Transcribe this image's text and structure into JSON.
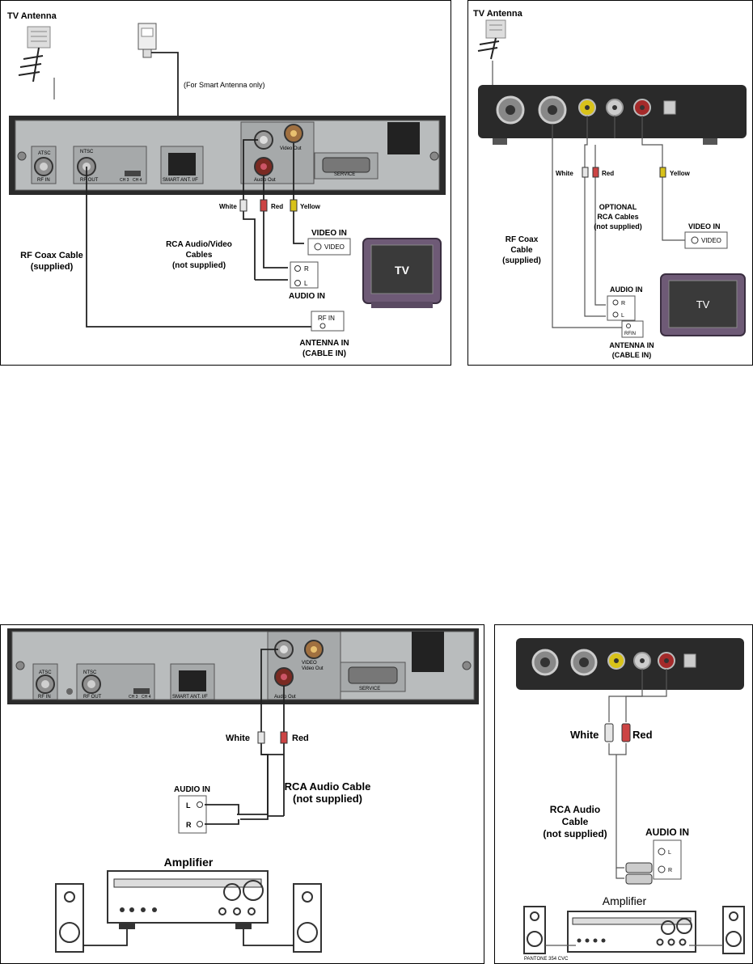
{
  "p1": {
    "tv_antenna": "TV Antenna",
    "smart_note": "(For Smart Antenna only)",
    "atsc": "ATSC",
    "rf_in": "RF IN",
    "ntsc": "NTSC",
    "rf_out": "RF OUT",
    "ch3": "CH 3",
    "ch4": "CH 4",
    "smart_port": "SMART ANT. I/F",
    "video_out": "Video Out",
    "audio_out": "Audio Out",
    "service": "SERVICE",
    "white": "White",
    "red": "Red",
    "yellow": "Yellow",
    "video_in": "VIDEO IN",
    "video": "VIDEO",
    "rca_cable": [
      "RCA Audio/Video",
      "Cables",
      "(not supplied)"
    ],
    "rf_coax": [
      "RF Coax Cable",
      "(supplied)"
    ],
    "r": "R",
    "l": "L",
    "audio_in": "AUDIO IN",
    "tv": "TV",
    "rfin": "RF IN",
    "antenna_in": [
      "ANTENNA IN",
      "(CABLE IN)"
    ]
  },
  "p2": {
    "tv_antenna": "TV Antenna",
    "white": "White",
    "red": "Red",
    "yellow": "Yellow",
    "optional": [
      "OPTIONAL",
      "RCA Cables",
      "(not supplied)"
    ],
    "video_in": "VIDEO IN",
    "video": "VIDEO",
    "rf_coax": [
      "RF Coax",
      "Cable",
      "(supplied)"
    ],
    "audio_in": "AUDIO IN",
    "r": "R",
    "l": "L",
    "tv": "TV",
    "rfin": "RFIN",
    "antenna_in": [
      "ANTENNA IN",
      "(CABLE IN)"
    ]
  },
  "p3": {
    "atsc": "ATSC",
    "rf_in": "RF IN",
    "ntsc": "NTSC",
    "rf_out": "RF OUT",
    "ch3": "CH 3",
    "ch4": "CH 4",
    "smart_port": "SMART ANT. I/F",
    "video": "VIDEO",
    "video_out": "Video Out",
    "audio_out": "Audio Out",
    "service": "SERVICE",
    "white": "White",
    "red": "Red",
    "rca_cable": [
      "RCA Audio Cable",
      "(not supplied)"
    ],
    "audio_in": "AUDIO IN",
    "l": "L",
    "r": "R",
    "amplifier": "Amplifier"
  },
  "p4": {
    "white": "White",
    "red": "Red",
    "rca_cable": [
      "RCA Audio",
      "Cable",
      "(not supplied)"
    ],
    "audio_in": "AUDIO IN",
    "l": "L",
    "r": "R",
    "amplifier": "Amplifier",
    "pantone": "PANTONE 354 CVC"
  },
  "colors": {
    "device_face": "#b9bcbd",
    "device_body": "#2a2a2a",
    "tv_frame": "#6e5a76",
    "tv_screen": "#3a3a3a",
    "rca_yellow": "#d8c21a",
    "rca_red": "#a42a2a",
    "rca_white": "#e6e6e6"
  }
}
